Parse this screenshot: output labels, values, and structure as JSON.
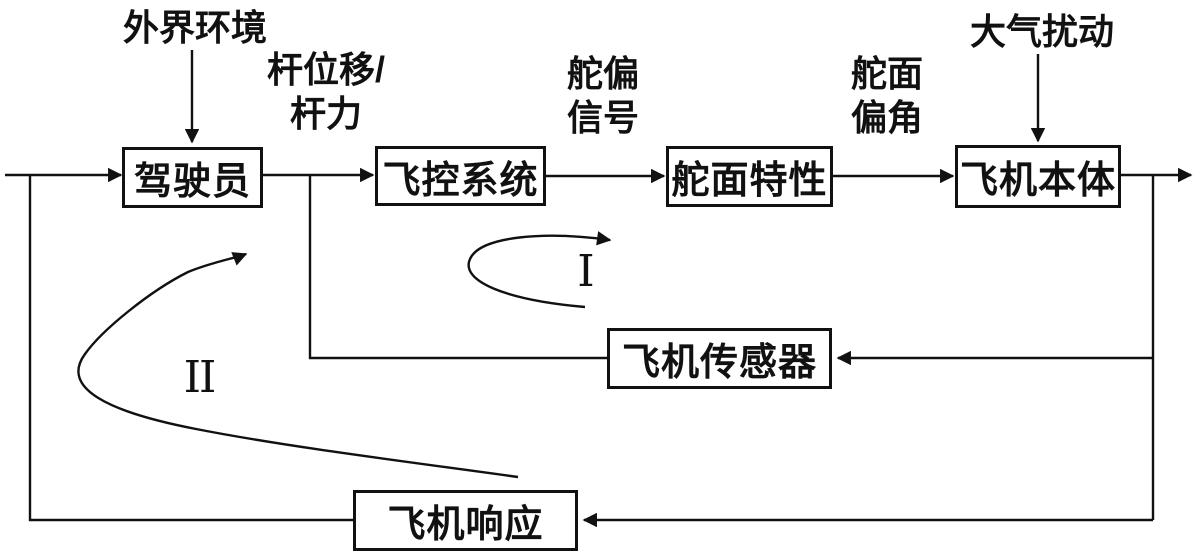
{
  "colors": {
    "background": "#ffffff",
    "ink": "#111111"
  },
  "nodes": {
    "pilot": {
      "label": "驾驶员"
    },
    "fcs": {
      "label": "飞控系统"
    },
    "surface": {
      "label": "舵面特性"
    },
    "airframe": {
      "label": "飞机本体"
    },
    "sensor": {
      "label": "飞机传感器"
    },
    "response": {
      "label": "飞机响应"
    }
  },
  "annotations": {
    "environment": "外界环境",
    "stick": {
      "line1": "杆位移/",
      "line2": "杆力"
    },
    "rudder_signal": {
      "line1": "舵偏",
      "line2": "信号"
    },
    "surface_angle": {
      "line1": "舵面",
      "line2": "偏角"
    },
    "atmosphere": "大气扰动",
    "loop1": "I",
    "loop2": "II"
  }
}
